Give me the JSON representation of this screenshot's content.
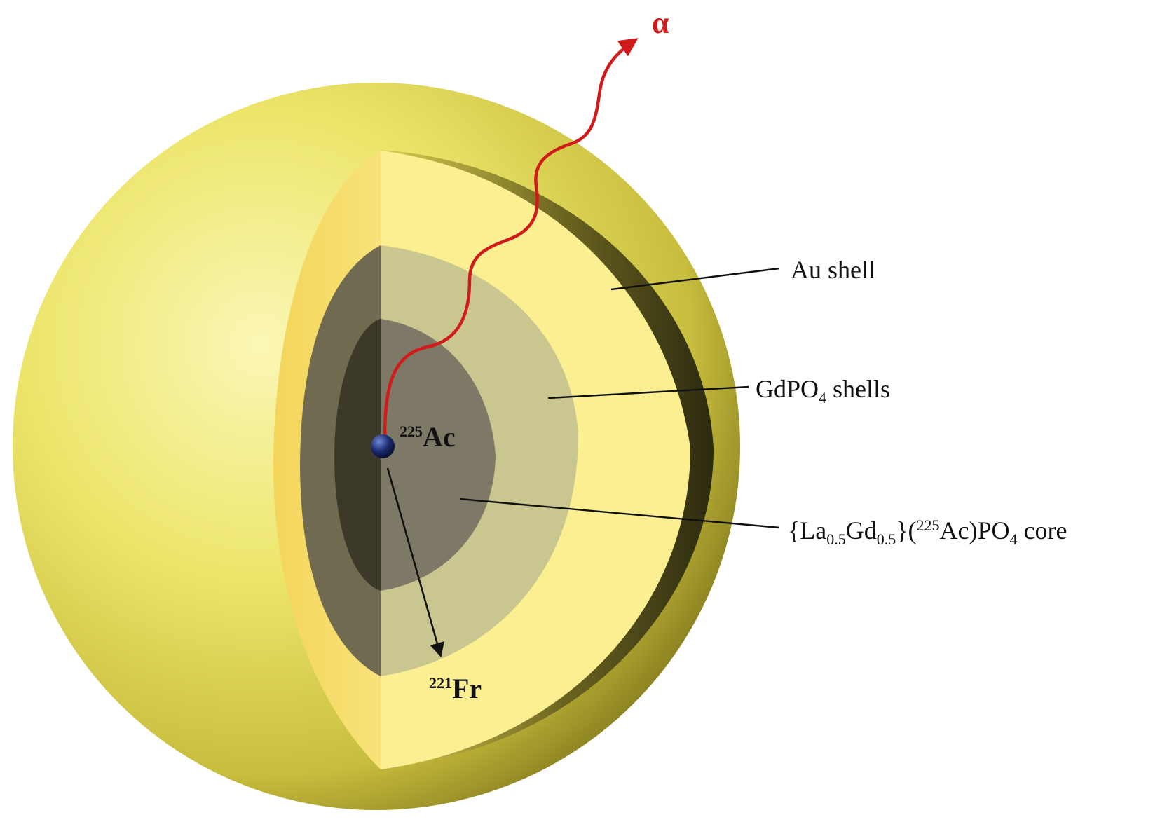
{
  "labels": {
    "alpha": "α",
    "ac": {
      "sup": "225",
      "base": "Ac"
    },
    "fr": {
      "sup": "221",
      "base": "Fr"
    },
    "au_shell": "Au shell",
    "gdpo4": {
      "a": "GdPO",
      "sub": "4",
      "b": " shells"
    },
    "core": {
      "p1": "{La",
      "s1": "0.5",
      "p2": "Gd",
      "s2": "0.5",
      "p3": "}(",
      "sup": "225",
      "p4": "Ac)PO",
      "s3": "4",
      "p5": " core"
    }
  },
  "colors": {
    "alpha_path": "#d11a1a",
    "arrow": "#111111",
    "nucleus": "#1a2a6e",
    "outer_gold": "#ece56a",
    "au_cut": "#fbef92",
    "gd_cut": "#c9c78f",
    "core_cut": "#7e7966"
  }
}
